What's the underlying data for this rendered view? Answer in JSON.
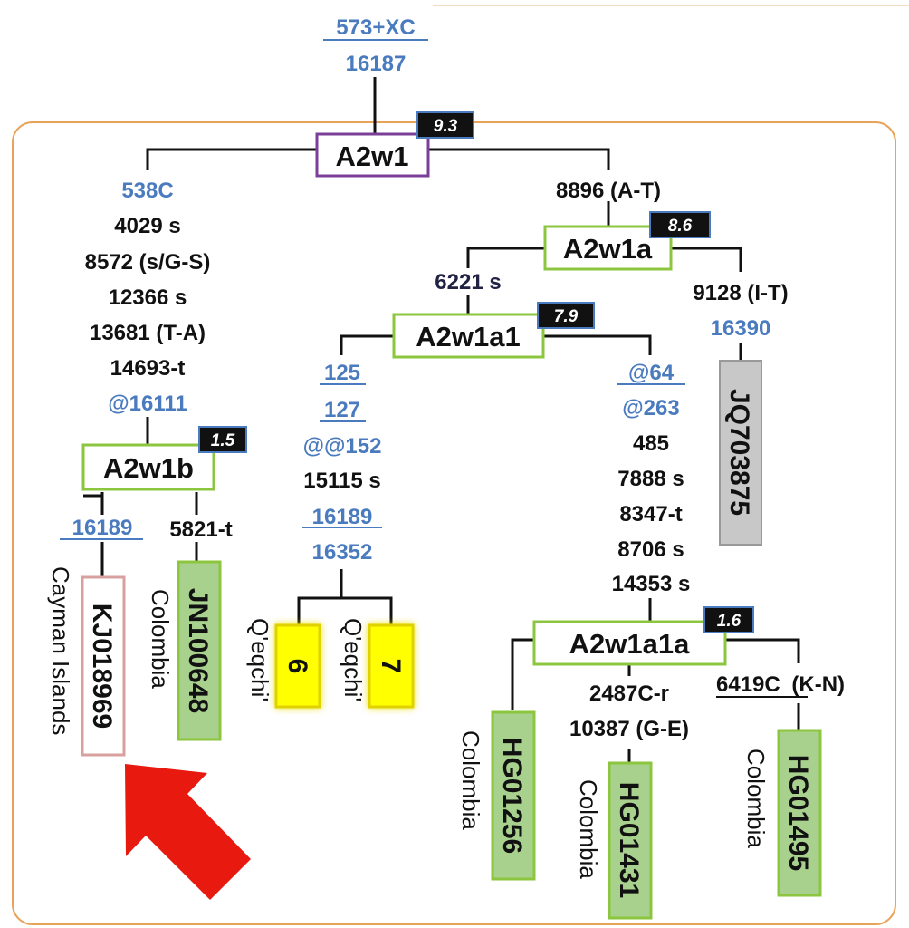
{
  "colors": {
    "mutation_blue": "#4a7bbf",
    "node_border_green": "#8cc63f",
    "node_border_purple": "#7b3f99",
    "frame_orange": "#e8a25a",
    "sample_pink": "#d9a0a0",
    "sample_gray": "#c8c8c8",
    "sample_green": "#a9d18e",
    "sample_yellow": "#ffff00",
    "arrow_red": "#e8190f",
    "age_badge": "#111111"
  },
  "top": {
    "m1": "573+XC",
    "m2": "16187"
  },
  "nodes": {
    "a2w1": {
      "label": "A2w1",
      "age": "9.3"
    },
    "a2w1a": {
      "label": "A2w1a",
      "age": "8.6"
    },
    "a2w1a1": {
      "label": "A2w1a1",
      "age": "7.9"
    },
    "a2w1b": {
      "label": "A2w1b",
      "age": "1.5"
    },
    "a2w1a1a": {
      "label": "A2w1a1a",
      "age": "1.6"
    }
  },
  "left_branch": [
    "538C",
    "4029 s",
    "8572 (s/G-S)",
    "12366 s",
    "13681 (T-A)",
    "14693-t",
    "@16111"
  ],
  "right_branch": {
    "m1": "8896 (A-T)"
  },
  "a2w1a_left": "6221 s",
  "a2w1a_right": [
    "9128 (I-T)",
    "16390"
  ],
  "a2w1a1_left": [
    "125",
    "127",
    "@@152",
    "15115 s",
    "16189",
    "16352"
  ],
  "a2w1a1_right": [
    "@64",
    "@263",
    "485",
    "7888 s",
    "8347-t",
    "8706 s",
    "14353 s"
  ],
  "a2w1b_left": "16189",
  "a2w1b_right": "5821-t",
  "a2w1a1a_mid": [
    "2487C-r",
    "10387 (G-E)"
  ],
  "a2w1a1a_right": {
    "pos": "6419C",
    "change": "(K-N)"
  },
  "samples": {
    "kj018969": {
      "id": "KJ018969",
      "place": "Cayman Islands"
    },
    "jn100648": {
      "id": "JN100648",
      "place": "Colombia"
    },
    "jq703875": {
      "id": "JQ703875"
    },
    "s6": {
      "id": "6",
      "place": "Q'eqchi'"
    },
    "s7": {
      "id": "7",
      "place": "Q'eqchi'"
    },
    "hg01256": {
      "id": "HG01256",
      "place": "Colombia"
    },
    "hg01431": {
      "id": "HG01431",
      "place": "Colombia"
    },
    "hg01495": {
      "id": "HG01495",
      "place": "Colombia"
    }
  }
}
